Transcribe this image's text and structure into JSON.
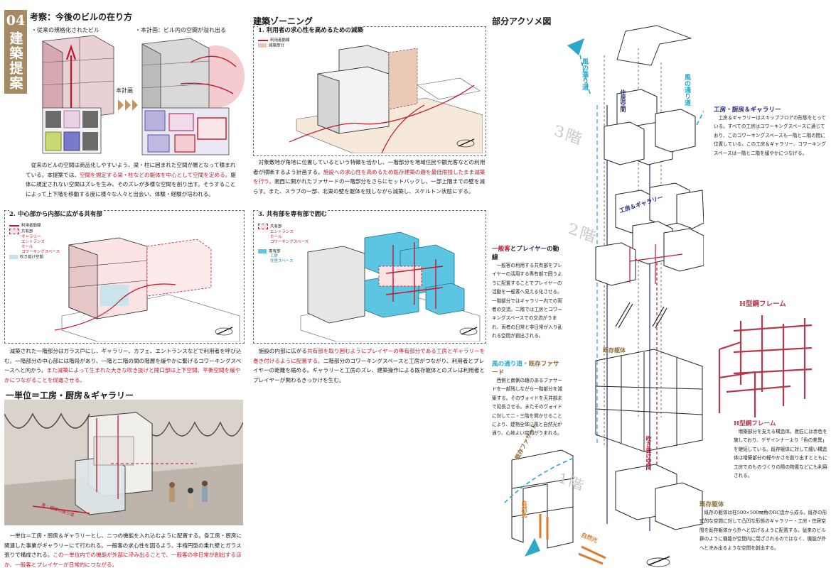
{
  "section": {
    "number": "04",
    "title": "建築提案"
  },
  "study": {
    "heading": "考察：今後のビルの在り方",
    "caption_left": "・従来の規格化されたビル",
    "caption_right": "・本計画：ビル内の空間が溢れ出る",
    "arrow_label": "本計画",
    "paragraph": [
      {
        "t": "　従来のビルの空間は商品化しやすいよう、梁・柱に囲まれた空間が層となって積まれている。本提案では、",
        "hl": false
      },
      {
        "t": "空間を規定する梁・柱などの躯体を中心として空間を定める。",
        "hl": true
      },
      {
        "t": "躯体に規定されない空間はズレを生み、そのズレが多様な空間を創り出す。そうすることによって上下階を移動する度に様々な人々と出会い、体験・経験が培われる。",
        "hl": false
      }
    ]
  },
  "zoning": {
    "heading": "建築ゾーニング",
    "panel1": {
      "title": "1. 利用者の求心性を高めるための減築",
      "legend": [
        "利用者動線",
        "減築部分"
      ]
    },
    "para1": [
      {
        "t": "　対象敷地が角地に位置しているという特徴を活かし、一階部分を地域住民や観光客などの利用者が横断するよう計画する。",
        "hl": false
      },
      {
        "t": "施設への求心性を高めるため既存建築の趣を最低限残したまま減築を行う。",
        "hl": true
      },
      {
        "t": "南西に開かれたファサードの一階部分をさらにセットバックし、一部上階までの壁を減らす。また、スラブの一部、北東の壁を躯体を残しながら減築し、スケルトン状態にする。",
        "hl": false
      }
    ],
    "panel2": {
      "title": "2. 中心部から内部に広がる共有部",
      "legend": [
        "利用者動線",
        "共有部",
        "ギャラリー",
        "エントランス",
        "ホール",
        "コワーキングスペース",
        "吹き抜け空間"
      ]
    },
    "para2": [
      {
        "t": "　減築された一階部分はガラス戸にし、ギャラリー、カフェ、エントランスなどで利用者を呼び込む。一階部分の中心部には階段があり、一階と二階の間の階層を緩やかに繋げるコワーキングスペースへと向かう。",
        "hl": false
      },
      {
        "t": "また減築によって生まれた大きな吹き抜けと開口部は上下空間、平衡空間を緩やかにつながることを促進させる。",
        "hl": true
      }
    ],
    "panel3": {
      "title": "3. 共有部を専有部で囲む",
      "legend": [
        "共有部",
        "エントランス",
        "ホール",
        "コワーキングスペース",
        "専有部",
        "工房",
        "住居スペース"
      ]
    },
    "para3": [
      {
        "t": "　施設の内部に広がる",
        "hl": false
      },
      {
        "t": "共有部を取り囲むようにプレイヤーの専有部分である工房とギャラリーを巻き付けるように配置する。",
        "hl": true
      },
      {
        "t": "二階部分のコワーキングスペースと工房がつながり、利用者とプレイヤーの距離を縮める。ギャラリーと工房のズレ、建築操作による既存躯体とのズレは利用者とプレイヤーが関わるきっかけを生む。",
        "hl": false
      }
    ]
  },
  "unit": {
    "heading": "一単位＝工房・厨房＆ギャラリー",
    "label_entry": "風・視線の通り道",
    "paragraph": [
      {
        "t": "　一単位＝工房・厨房＆ギャラリーとし、二つの機能を入れ込むように配置する。各工房・厨房に関連した事業がギャラリーにて行われる。一般客の求心性を図るよう、半楕円型の乗れ壁とガラス張りで構成される。",
        "hl": false
      },
      {
        "t": "この一単位内での機能が外部に滲み出ることで、一般客の非日常が創出するほか、一般客とプレイヤーが日常的につながる。",
        "hl": true
      }
    ]
  },
  "axo": {
    "heading": "部分アクソメ図",
    "floor3": "3階",
    "floor2": "2階",
    "floor1": "1階",
    "wind_label": "風の通り道",
    "wind_label2": "風の通り道",
    "zone_residence": "住居空間",
    "zone_workshop": "工房＆ギャラリー",
    "existing_frame": "既存躯体",
    "stair_label": "吹き抜け空間",
    "existing_facade": "既存ファサード",
    "natural_light": "自然光",
    "h_frame_label": "H型鋼フレーム",
    "ann1": {
      "title": "工房・厨房＆ギャラリー",
      "text": "　工房＆ギャラリーはスキップフロアの形態をとっている。すべての工房はコワーキングスペースに通じており、このコワーキングスペースも一階と二階の間に位置している。この工房＆ギャラリー、コワーキングスペースは一階と二階を緩やかにつなげる。"
    },
    "ann2": {
      "title_pre": "一般客",
      "title_mid": "と",
      "title_post": "プレイヤー",
      "title_end": "の動線",
      "text": "　一般客の利用する共有部をプレイヤーの活用する専有部で囲うように配置することでプレイヤーの活動を一般客へ見える化させる。一階部分ではギャラリー内での両者の交流。二階では工房とコワーキングスペースでの交流がうまれ、両者の日常と非日常が入り乱れる空間が創出される。"
    },
    "ann3": {
      "title": "風の通り道・既存ファサード",
      "text": "　西側と南側の趣のあるファサードを一部残しながら一階部分を減築する。そのヴォイドを天井部まで延長させる。またそのヴォイドに対して二・三階を開かせることにより、建物全体に風と自然光が通り、心地よい空間がうまれる。"
    },
    "ann4": {
      "title": "H型鋼フレーム",
      "text": "　増築部分を支える構造体。意匠には赤色を施しており、デザインナーより「色の差異」を継続している。既存躯体に対して細い構造体は増築部分の軽やかさを創り出すとともに工房でのものづくりの際の物置などにも利用される。"
    },
    "ann5": {
      "title": "既存躯体",
      "text": "　既存の躯体は柱500×500㎜角のRC造から成る。既存の形式的な空間に対して凸凹な形態のギャラリー・工房・住居空間を既存躯体から外へと広げるように配置する。従来のビル群のように機能が空間内に閉ざされるのではなく、機能が外へと滲み出るような空間を創出する。"
    }
  },
  "colors": {
    "accent": "#c0172b",
    "tab": "#a58a64",
    "cyan": "#2aa7c9",
    "share": "#5cc6e2",
    "axo_red": "#b5394a",
    "navy": "#2b2b7a"
  }
}
